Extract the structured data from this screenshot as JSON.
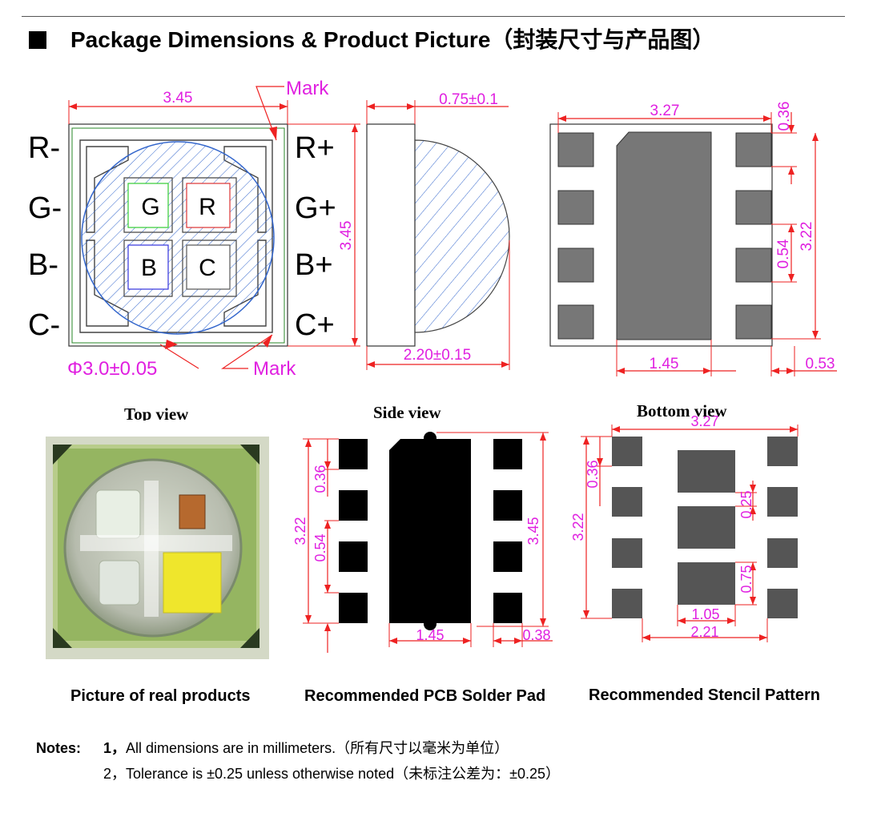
{
  "header": {
    "title": "Package Dimensions & Product Picture（封装尺寸与产品图）"
  },
  "top_view": {
    "caption": "Top view",
    "width_label": "3.45",
    "height_label": "3.45",
    "diameter_label": "Φ3.0±0.05",
    "mark_label_top": "Mark",
    "mark_label_bottom": "Mark",
    "left_pins": [
      "R-",
      "G-",
      "B-",
      "C-"
    ],
    "right_pins": [
      "R+",
      "G+",
      "B+",
      "C+"
    ],
    "chips": [
      "G",
      "R",
      "B",
      "C"
    ],
    "colors": {
      "green": "#33cc33",
      "red": "#dd3333",
      "blue": "#3333dd",
      "hatch": "#3366cc"
    }
  },
  "side_view": {
    "caption": "Side view",
    "top_label": "0.75±0.1",
    "bottom_label": "2.20±0.15"
  },
  "bottom_view": {
    "caption": "Bottom view",
    "width_label": "3.27",
    "pad_top_label": "0.36",
    "height_label": "3.22",
    "pitch_label": "0.54",
    "center_label": "1.45",
    "edge_label": "0.53"
  },
  "photo": {
    "caption": "Picture of real products"
  },
  "pcb_pad": {
    "caption": "Recommended PCB Solder Pad",
    "pad_label": "0.36",
    "height_label": "3.22",
    "pitch_label": "0.54",
    "width_label": "3.45",
    "center_label": "1.45",
    "edge_label": "0.38"
  },
  "stencil": {
    "caption": "Recommended Stencil Pattern",
    "width_label": "3.27",
    "pad_label": "0.36",
    "height_label": "3.22",
    "gap1_label": "0.25",
    "gap2_label": "0.75",
    "inner_label": "1.05",
    "outer_label": "2.21"
  },
  "notes": {
    "label": "Notes:",
    "items": [
      {
        "num": "1，",
        "text": "All dimensions are in millimeters.（所有尺寸以毫米为单位）"
      },
      {
        "num": "2，",
        "text": "Tolerance is  ±0.25 unless otherwise noted（未标注公差为：±0.25）"
      }
    ]
  }
}
